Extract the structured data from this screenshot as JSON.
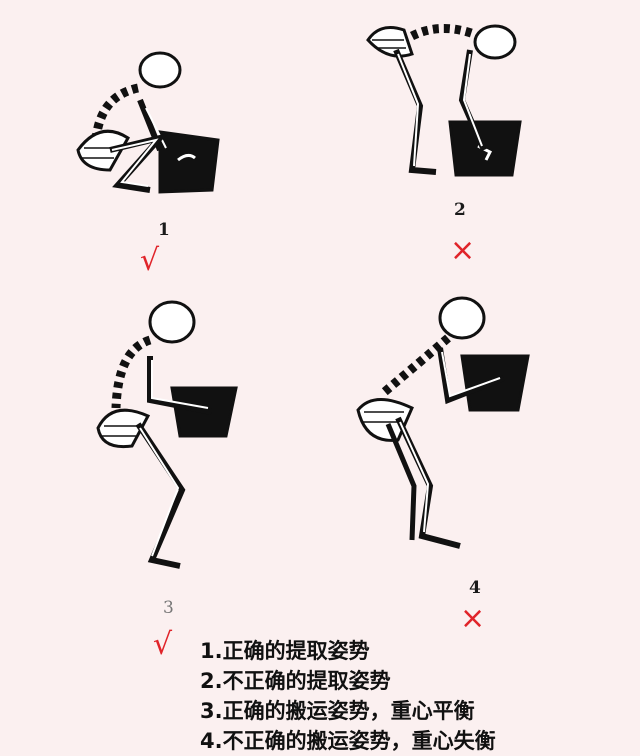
{
  "panels": [
    {
      "number": "1",
      "verdict": "√",
      "verdict_color": "#e0242a"
    },
    {
      "number": "2",
      "verdict": "×",
      "verdict_color": "#e0242a"
    },
    {
      "number": "3",
      "verdict": "√",
      "verdict_color": "#e0242a"
    },
    {
      "number": "4",
      "verdict": "×",
      "verdict_color": "#e0242a"
    }
  ],
  "legend": [
    "1.正确的提取姿势",
    "2.不正确的提取姿势",
    "3.正确的搬运姿势，重心平衡",
    "4.不正确的搬运姿势，重心失衡"
  ],
  "colors": {
    "background": "#fbf0f0",
    "ink": "#111111"
  }
}
